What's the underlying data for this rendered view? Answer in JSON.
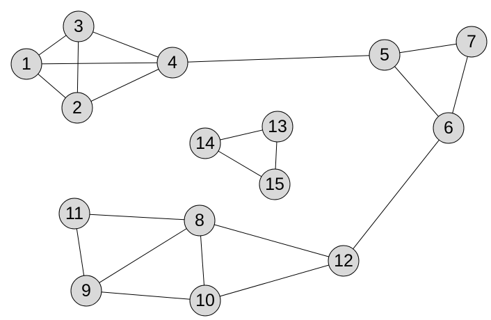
{
  "graph": {
    "node_fill": "#d9d9d9",
    "stroke_color": "#000000",
    "nodes": [
      {
        "id": "1",
        "label": "1"
      },
      {
        "id": "2",
        "label": "2"
      },
      {
        "id": "3",
        "label": "3"
      },
      {
        "id": "4",
        "label": "4"
      },
      {
        "id": "5",
        "label": "5"
      },
      {
        "id": "6",
        "label": "6"
      },
      {
        "id": "7",
        "label": "7"
      },
      {
        "id": "8",
        "label": "8"
      },
      {
        "id": "9",
        "label": "9"
      },
      {
        "id": "10",
        "label": "10"
      },
      {
        "id": "11",
        "label": "11"
      },
      {
        "id": "12",
        "label": "12"
      },
      {
        "id": "13",
        "label": "13"
      },
      {
        "id": "14",
        "label": "14"
      },
      {
        "id": "15",
        "label": "15"
      }
    ],
    "edges": [
      [
        "1",
        "3"
      ],
      [
        "1",
        "2"
      ],
      [
        "1",
        "4"
      ],
      [
        "3",
        "2"
      ],
      [
        "3",
        "4"
      ],
      [
        "2",
        "4"
      ],
      [
        "4",
        "5"
      ],
      [
        "5",
        "7"
      ],
      [
        "5",
        "6"
      ],
      [
        "7",
        "6"
      ],
      [
        "6",
        "12"
      ],
      [
        "14",
        "13"
      ],
      [
        "14",
        "15"
      ],
      [
        "13",
        "15"
      ],
      [
        "11",
        "8"
      ],
      [
        "11",
        "9"
      ],
      [
        "8",
        "9"
      ],
      [
        "8",
        "10"
      ],
      [
        "8",
        "12"
      ],
      [
        "9",
        "10"
      ],
      [
        "10",
        "12"
      ]
    ]
  }
}
